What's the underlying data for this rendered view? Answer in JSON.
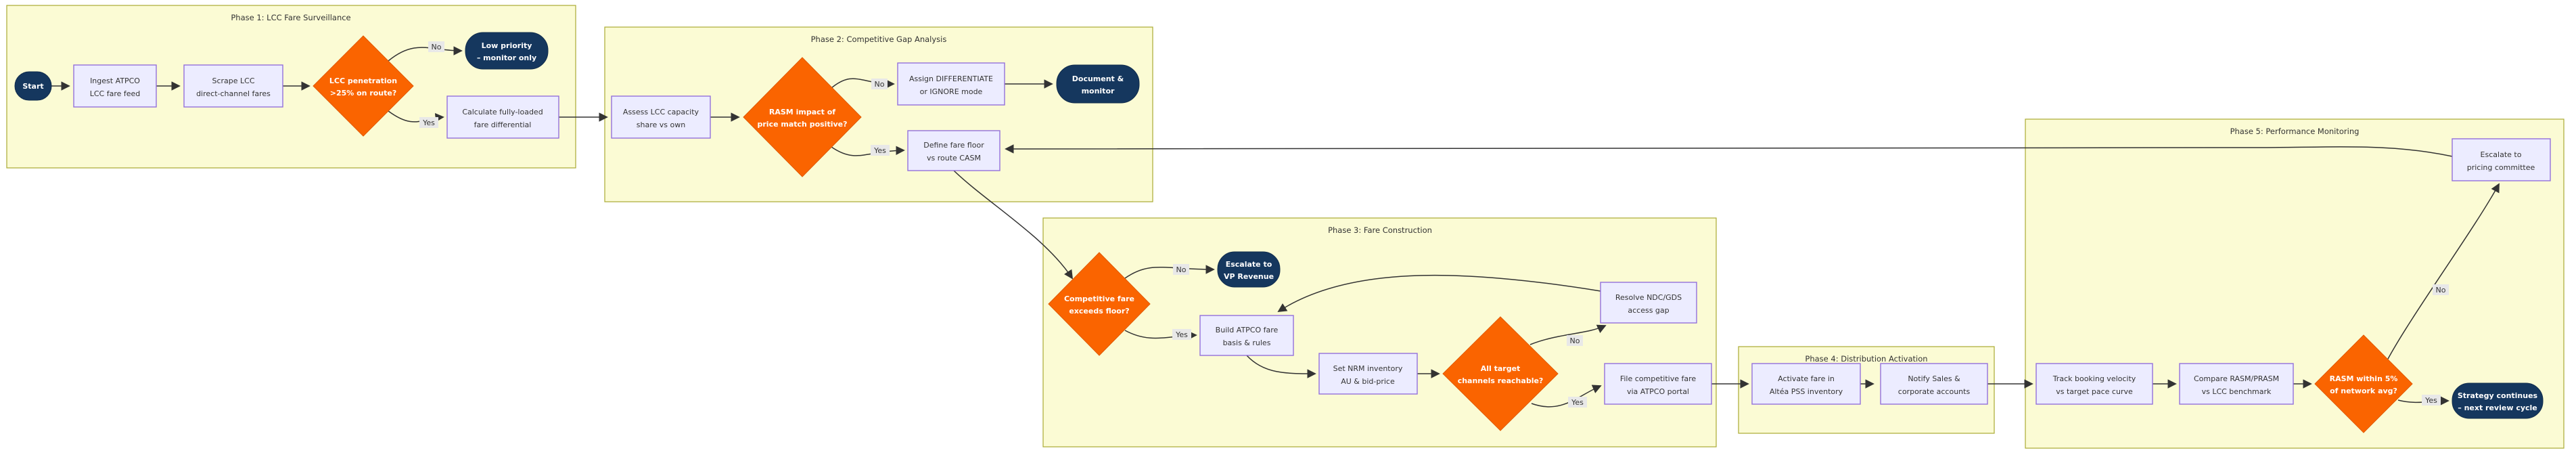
{
  "diagram": {
    "type": "flowchart",
    "phases": [
      {
        "id": "phase-1",
        "title": "Phase 1: LCC Fare Surveillance"
      },
      {
        "id": "phase-2",
        "title": "Phase 2: Competitive Gap Analysis"
      },
      {
        "id": "phase-3",
        "title": "Phase 3: Fare Construction"
      },
      {
        "id": "phase-4",
        "title": "Phase 4: Distribution Activation"
      },
      {
        "id": "phase-5",
        "title": "Phase 5: Performance Monitoring"
      }
    ],
    "nodes": {
      "start": {
        "label": "Start",
        "type": "terminal"
      },
      "ingest_feed": {
        "lines": [
          "Ingest ATPCO",
          "LCC fare feed"
        ],
        "type": "process"
      },
      "scrape_fares": {
        "lines": [
          "Scrape LCC",
          "direct-channel fares"
        ],
        "type": "process"
      },
      "lcc_penetration": {
        "lines": [
          "LCC penetration",
          ">25% on route?"
        ],
        "type": "decision"
      },
      "low_priority": {
        "lines": [
          "Low priority",
          "– monitor only"
        ],
        "type": "terminal"
      },
      "calc_differential": {
        "lines": [
          "Calculate fully-loaded",
          "fare differential"
        ],
        "type": "process"
      },
      "assess_capacity": {
        "lines": [
          "Assess LCC capacity",
          "share vs own"
        ],
        "type": "process"
      },
      "rasm_impact": {
        "lines": [
          "RASM impact of",
          "price match positive?"
        ],
        "type": "decision"
      },
      "assign_mode": {
        "lines": [
          "Assign DIFFERENTIATE",
          "or IGNORE mode"
        ],
        "type": "process"
      },
      "document_monitor": {
        "lines": [
          "Document &",
          "monitor"
        ],
        "type": "terminal"
      },
      "define_floor": {
        "lines": [
          "Define fare floor",
          "vs route CASM"
        ],
        "type": "process"
      },
      "exceeds_floor": {
        "lines": [
          "Competitive fare",
          "exceeds floor?"
        ],
        "type": "decision"
      },
      "escalate_vp": {
        "lines": [
          "Escalate to",
          "VP Revenue"
        ],
        "type": "terminal"
      },
      "build_fare": {
        "lines": [
          "Build ATPCO fare",
          "basis & rules"
        ],
        "type": "process"
      },
      "set_nrm": {
        "lines": [
          "Set NRM inventory",
          "AU & bid-price"
        ],
        "type": "process"
      },
      "channels_reachable": {
        "lines": [
          "All target",
          "channels reachable?"
        ],
        "type": "decision"
      },
      "resolve_ndc": {
        "lines": [
          "Resolve NDC/GDS",
          "access gap"
        ],
        "type": "process"
      },
      "file_fare": {
        "lines": [
          "File competitive fare",
          "via ATPCO portal"
        ],
        "type": "process"
      },
      "activate_fare": {
        "lines": [
          "Activate fare in",
          "Altéa PSS inventory"
        ],
        "type": "process"
      },
      "notify_sales": {
        "lines": [
          "Notify Sales &",
          "corporate accounts"
        ],
        "type": "process"
      },
      "track_velocity": {
        "lines": [
          "Track booking velocity",
          "vs target pace curve"
        ],
        "type": "process"
      },
      "compare_rasm": {
        "lines": [
          "Compare RASM/PRASM",
          "vs LCC benchmark"
        ],
        "type": "process"
      },
      "rasm_within": {
        "lines": [
          "RASM within 5%",
          "of network avg?"
        ],
        "type": "decision"
      },
      "strategy_continues": {
        "lines": [
          "Strategy continues",
          "– next review cycle"
        ],
        "type": "terminal"
      },
      "escalate_committee": {
        "lines": [
          "Escalate to",
          "pricing committee"
        ],
        "type": "process"
      }
    },
    "labels": {
      "no": "No",
      "yes": "Yes"
    },
    "colors": {
      "phase_fill": "#fbfbd4",
      "phase_border": "#aaaa33",
      "process_fill": "#ECECFF",
      "process_border": "#9370DB",
      "decision_fill": "#FA6400",
      "terminal_fill": "#15375E",
      "edge": "#333333",
      "edge_label_bg": "#e8e8e8",
      "text": "#333333",
      "text_on_dark": "#ffffff"
    }
  }
}
